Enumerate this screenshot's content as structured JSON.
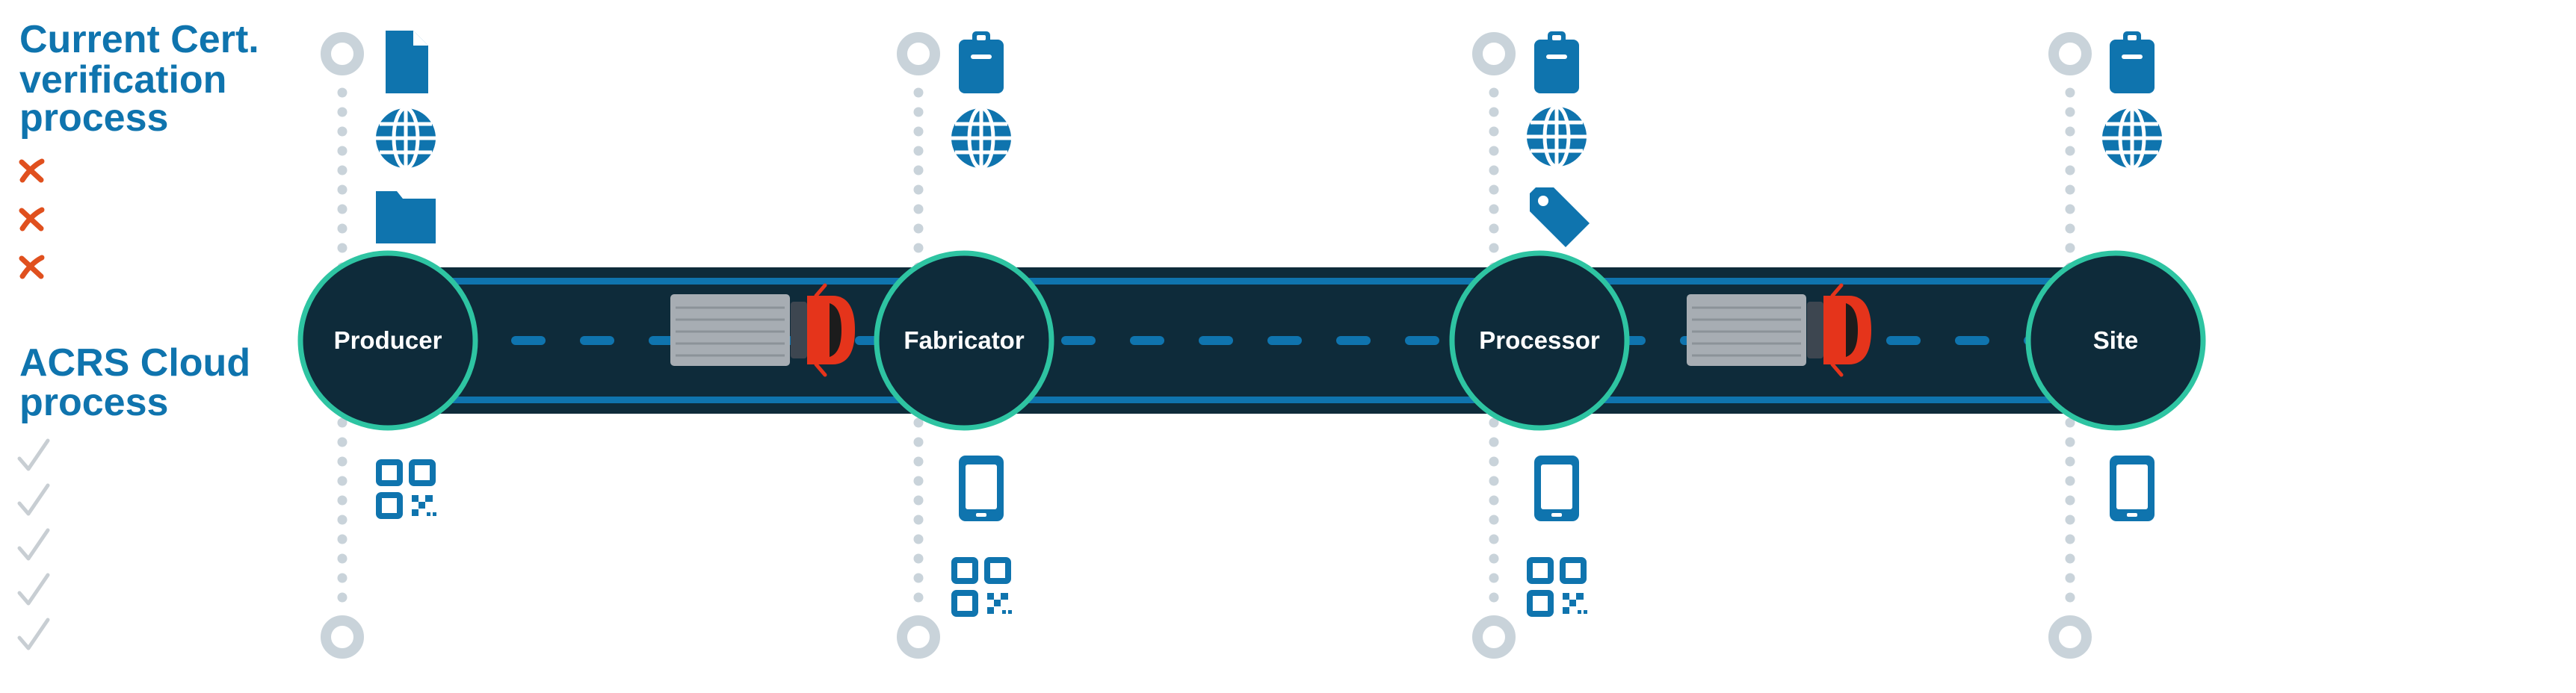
{
  "headings": {
    "current": [
      "Current Cert.",
      "verification",
      "process"
    ],
    "acrs": [
      "ACRS Cloud",
      "process"
    ]
  },
  "stages": [
    {
      "label": "Producer",
      "top_icons": [
        "document-icon",
        "globe-icon",
        "folder-icon"
      ],
      "bottom_icons": [
        "qr-code-icon"
      ]
    },
    {
      "label": "Fabricator",
      "top_icons": [
        "clipboard-icon",
        "globe-icon"
      ],
      "bottom_icons": [
        "mobile-phone-icon",
        "qr-code-icon"
      ]
    },
    {
      "label": "Processor",
      "top_icons": [
        "clipboard-icon",
        "globe-icon",
        "tag-icon"
      ],
      "bottom_icons": [
        "mobile-phone-icon",
        "qr-code-icon"
      ]
    },
    {
      "label": "Site",
      "top_icons": [
        "clipboard-icon",
        "globe-icon"
      ],
      "bottom_icons": [
        "mobile-phone-icon"
      ]
    }
  ],
  "current_markers": [
    "cross-icon",
    "cross-icon",
    "cross-icon"
  ],
  "acrs_markers": [
    "check-icon",
    "check-icon",
    "check-icon",
    "check-icon",
    "check-icon"
  ],
  "vehicles": [
    "truck-icon",
    "truck-icon"
  ],
  "colors": {
    "brand_blue": "#0f74ae",
    "road": "#0e2b3a",
    "node_ring": "#2ec4a2",
    "timeline_grey": "#c9d3da",
    "cross": "#e0501e",
    "check": "#c8ced3",
    "truck_cab": "#e5341b",
    "truck_box": "#a7adb3"
  }
}
